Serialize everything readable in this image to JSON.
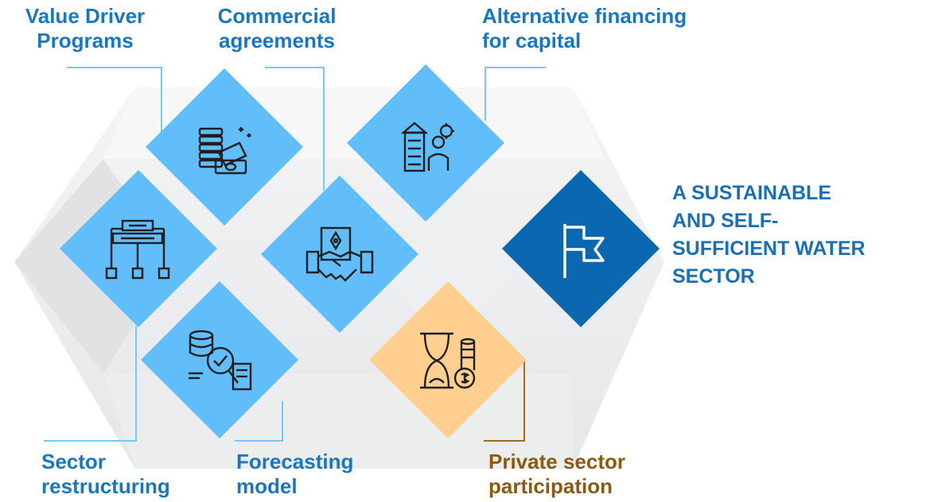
{
  "colors": {
    "diamond_light": "#62bdfb",
    "diamond_dark": "#0a67b0",
    "diamond_orange": "#ffcf90",
    "label_blue": "#1b76bd",
    "label_brown": "#8a5a12",
    "line_blue": "#7cc6f4",
    "line_brown": "#9c6a22"
  },
  "labels": {
    "value_driver": [
      "Value Driver",
      "Programs"
    ],
    "commercial": [
      "Commercial",
      "agreements"
    ],
    "alt_financing": [
      "Alternative financing",
      "for capital"
    ],
    "sector_restructuring": [
      "Sector",
      "restructuring"
    ],
    "forecasting": [
      "Forecasting",
      "model"
    ],
    "private_sector": [
      "Private sector",
      "participation"
    ]
  },
  "goal": [
    "A SUSTAINABLE",
    "AND SELF-",
    "SUFFICIENT WATER",
    "SECTOR"
  ],
  "icons": {
    "value_driver": "money-stack-icon",
    "commercial": "handshake-contract-icon",
    "alt_financing": "bank-server-person-icon",
    "sector_restructuring": "org-structure-icon",
    "forecasting": "data-analysis-magnifier-icon",
    "private_sector": "hourglass-coins-icon",
    "goal": "flag-icon"
  }
}
